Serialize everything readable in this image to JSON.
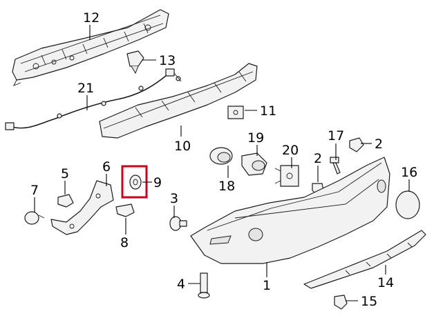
{
  "callouts": [
    {
      "id": "12",
      "label": "12"
    },
    {
      "id": "13",
      "label": "13"
    },
    {
      "id": "21",
      "label": "21"
    },
    {
      "id": "11",
      "label": "11"
    },
    {
      "id": "10",
      "label": "10"
    },
    {
      "id": "19",
      "label": "19"
    },
    {
      "id": "17",
      "label": "17"
    },
    {
      "id": "2a",
      "label": "2"
    },
    {
      "id": "20",
      "label": "20"
    },
    {
      "id": "2b",
      "label": "2"
    },
    {
      "id": "16",
      "label": "16"
    },
    {
      "id": "18",
      "label": "18"
    },
    {
      "id": "5",
      "label": "5"
    },
    {
      "id": "6",
      "label": "6"
    },
    {
      "id": "9",
      "label": "9"
    },
    {
      "id": "7",
      "label": "7"
    },
    {
      "id": "3",
      "label": "3"
    },
    {
      "id": "8",
      "label": "8"
    },
    {
      "id": "4",
      "label": "4"
    },
    {
      "id": "1",
      "label": "1"
    },
    {
      "id": "14",
      "label": "14"
    },
    {
      "id": "15",
      "label": "15"
    }
  ],
  "highlight": {
    "part": "9",
    "color": "#d0021b"
  }
}
